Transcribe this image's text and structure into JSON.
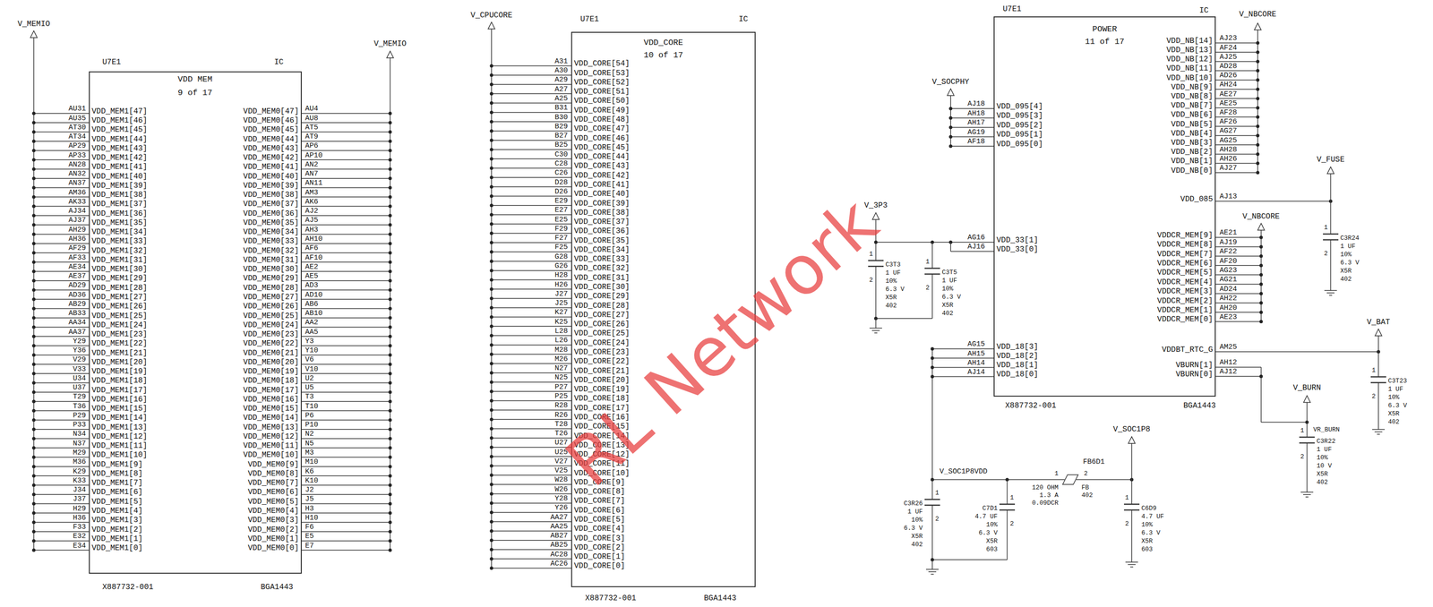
{
  "diagram": {
    "nodes": [
      {
        "text": [
          "VDD MEM",
          "9 of 17",
          "VDD_MEM1[47]",
          "VDD_MEM1[46]",
          "VDD_MEM1[45]",
          "VDD_MEM1[44]",
          "VDD_MEM1[43]",
          "VDD_MEM1[42]",
          "VDD_MEM1[41]",
          "VDD_MEM1[40]",
          "VDD_MEM1[39]",
          "VDD_MEM1[38]",
          "VDD_MEM1[37]",
          "VDD_MEM1[36]",
          "VDD_MEM1[35]",
          "VDD_MEM1[34]",
          "VDD_MEM1[33]",
          "VDD_MEM1[32]",
          "VDD_MEM1[31]",
          "VDD_MEM1[30]",
          "VDD_MEM1[29]",
          "VDD_MEM1[28]",
          "VDD_MEM1[27]",
          "VDD_MEM1[26]",
          "VDD_MEM1[25]",
          "VDD_MEM1[24]",
          "VDD_MEM1[23]",
          "VDD_MEM1[22]",
          "VDD_MEM1[21]",
          "VDD_MEM1[20]",
          "VDD_MEM1[19]",
          "VDD_MEM1[18]",
          "VDD_MEM1[17]",
          "VDD_MEM1[16]",
          "VDD_MEM1[15]",
          "VDD_MEM1[14]",
          "VDD_MEM1[13]",
          "VDD_MEM1[12]",
          "VDD_MEM1[11]",
          "VDD_MEM1[10]",
          "VDD_MEM1[9]",
          "VDD_MEM1[8]",
          "VDD_MEM1[7]",
          "VDD_MEM1[6]",
          "VDD_MEM1[5]",
          "VDD_MEM1[4]",
          "VDD_MEM1[3]",
          "VDD_MEM1[2]",
          "VDD_MEM1[1]",
          "VDD_MEM1[0]",
          "VDD_MEM0[47]",
          "VDD_MEM0[46]",
          "VDD_MEM0[45]",
          "VDD_MEM0[44]",
          "VDD_MEM0[43]",
          "VDD_MEM0[42]",
          "VDD_MEM0[41]",
          "VDD_MEM0[40]",
          "VDD_MEM0[39]",
          "VDD_MEM0[38]",
          "VDD_MEM0[37]",
          "VDD_MEM0[36]",
          "VDD_MEM0[35]",
          "VDD_MEM0[34]",
          "VDD_MEM0[33]",
          "VDD_MEM0[32]",
          "VDD_MEM0[31]",
          "VDD_MEM0[30]",
          "VDD_MEM0[29]",
          "VDD_MEM0[28]",
          "VDD_MEM0[27]",
          "VDD_MEM0[26]",
          "VDD_MEM0[25]",
          "VDD_MEM0[24]",
          "VDD_MEM0[23]",
          "VDD_MEM0[22]",
          "VDD_MEM0[21]",
          "VDD_MEM0[20]",
          "VDD_MEM0[19]",
          "VDD_MEM0[18]",
          "VDD_MEM0[17]",
          "VDD_MEM0[16]",
          "VDD_MEM0[15]",
          "VDD_MEM0[14]",
          "VDD_MEM0[13]",
          "VDD_MEM0[12]",
          "VDD_MEM0[11]",
          "VDD_MEM0[10]",
          "VDD_MEM0[9]",
          "VDD_MEM0[8]",
          "VDD_MEM0[7]",
          "VDD_MEM0[6]",
          "VDD_MEM0[5]",
          "VDD_MEM0[4]",
          "VDD_MEM0[3]",
          "VDD_MEM0[2]",
          "VDD_MEM0[1]",
          "VDD_MEM0[0]"
        ]
      },
      {
        "text": [
          "VDD_CORE",
          "10 of 17",
          "VDD_CORE[54]",
          "VDD_CORE[53]",
          "VDD_CORE[52]",
          "VDD_CORE[51]",
          "VDD_CORE[50]",
          "VDD_CORE[49]",
          "VDD_CORE[48]",
          "VDD_CORE[47]",
          "VDD_CORE[46]",
          "VDD_CORE[45]",
          "VDD_CORE[44]",
          "VDD_CORE[43]",
          "VDD_CORE[42]",
          "VDD_CORE[41]",
          "VDD_CORE[40]",
          "VDD_CORE[39]",
          "VDD_CORE[38]",
          "VDD_CORE[37]",
          "VDD_CORE[36]",
          "VDD_CORE[35]",
          "VDD_CORE[34]",
          "VDD_CORE[33]",
          "VDD_CORE[32]",
          "VDD_CORE[31]",
          "VDD_CORE[30]",
          "VDD_CORE[29]",
          "VDD_CORE[28]",
          "VDD_CORE[27]",
          "VDD_CORE[26]",
          "VDD_CORE[25]",
          "VDD_CORE[24]",
          "VDD_CORE[23]",
          "VDD_CORE[22]",
          "VDD_CORE[21]",
          "VDD_CORE[20]",
          "VDD_CORE[19]",
          "VDD_CORE[18]",
          "VDD_CORE[17]",
          "VDD_CORE[16]",
          "VDD_CORE[15]",
          "VDD_CORE[14]",
          "VDD_CORE[13]",
          "VDD_CORE[12]",
          "VDD_CORE[11]",
          "VDD_CORE[10]",
          "VDD_CORE[9]",
          "VDD_CORE[8]",
          "VDD_CORE[7]",
          "VDD_CORE[6]",
          "VDD_CORE[5]",
          "VDD_CORE[4]",
          "VDD_CORE[3]",
          "VDD_CORE[2]",
          "VDD_CORE[1]",
          "VDD_CORE[0]"
        ]
      },
      {
        "text": [
          "POWER",
          "11 of 17",
          "VDD_NB[14]",
          "VDD_NB[13]",
          "VDD_NB[12]",
          "VDD_NB[11]",
          "VDD_NB[10]",
          "VDD_NB[9]",
          "VDD_NB[8]",
          "VDD_NB[7]",
          "VDD_NB[6]",
          "VDD_NB[5]",
          "VDD_NB[4]",
          "VDD_NB[3]",
          "VDD_NB[2]",
          "VDD_NB[1]",
          "VDD_NB[0]",
          "VDD_085",
          "VDDCR_MEM[9]",
          "VDDCR_MEM[8]",
          "VDDCR_MEM[7]",
          "VDDCR_MEM[6]",
          "VDDCR_MEM[5]",
          "VDDCR_MEM[4]",
          "VDDCR_MEM[3]",
          "VDDCR_MEM[2]",
          "VDDCR_MEM[1]",
          "VDDCR_MEM[0]",
          "VDDBT_RTC_G",
          "VBURN[1]",
          "VBURN[0]",
          "VDD_095[4]",
          "VDD_095[3]",
          "VDD_095[2]",
          "VDD_095[1]",
          "VDD_095[0]",
          "VDD_33[1]",
          "VDD_33[0]",
          "VDD_18[3]",
          "VDD_18[2]",
          "VDD_18[1]",
          "VDD_18[0]"
        ]
      }
    ],
    "labels": [
      "V_MEMIO",
      "V_MEMIO",
      "U7E1",
      "IC",
      "X887732-001",
      "BGA1443",
      "AU31",
      "AU35",
      "AT30",
      "AT34",
      "AP29",
      "AP33",
      "AN28",
      "AN32",
      "AN37",
      "AM36",
      "AK33",
      "AJ34",
      "AJ37",
      "AH29",
      "AH36",
      "AF29",
      "AF33",
      "AE34",
      "AE37",
      "AD29",
      "AD36",
      "AB29",
      "AB33",
      "AA34",
      "AA37",
      "Y29",
      "Y36",
      "V29",
      "V33",
      "U34",
      "U37",
      "T29",
      "T36",
      "P29",
      "P33",
      "N34",
      "N37",
      "M29",
      "M36",
      "K29",
      "K33",
      "J34",
      "J37",
      "H29",
      "H36",
      "F33",
      "E32",
      "E34",
      "AU4",
      "AU8",
      "AT5",
      "AT9",
      "AP6",
      "AP10",
      "AN2",
      "AN7",
      "AN11",
      "AM3",
      "AK6",
      "AJ2",
      "AJ5",
      "AH3",
      "AH10",
      "AF6",
      "AF10",
      "AE2",
      "AE5",
      "AD3",
      "AD10",
      "AB6",
      "AB10",
      "AA2",
      "AA5",
      "Y3",
      "Y10",
      "V6",
      "V10",
      "U2",
      "U5",
      "T3",
      "T10",
      "P6",
      "P10",
      "N2",
      "N5",
      "M3",
      "M10",
      "K6",
      "K10",
      "J2",
      "J5",
      "H3",
      "H10",
      "F6",
      "E5",
      "E7",
      "V_CPUCORE",
      "U7E1",
      "IC",
      "X887732-001",
      "BGA1443",
      "A31",
      "A30",
      "A29",
      "A27",
      "A25",
      "B31",
      "B30",
      "B29",
      "B27",
      "B25",
      "C30",
      "C28",
      "C26",
      "D28",
      "D26",
      "E29",
      "E27",
      "E25",
      "F29",
      "F27",
      "F25",
      "G28",
      "G26",
      "H28",
      "H26",
      "J27",
      "J25",
      "K27",
      "K25",
      "L28",
      "L26",
      "M28",
      "M26",
      "N27",
      "N25",
      "P27",
      "P25",
      "R28",
      "R26",
      "T28",
      "T26",
      "U27",
      "U25",
      "V27",
      "V25",
      "W28",
      "W26",
      "Y28",
      "Y26",
      "AA27",
      "AA25",
      "AB27",
      "AB25",
      "AC28",
      "AC26",
      "U7E1",
      "IC",
      "X887732-001",
      "BGA1443",
      "V_NBCORE",
      "AJ23",
      "AF24",
      "AJ25",
      "AD28",
      "AD26",
      "AH24",
      "AE27",
      "AE25",
      "AF28",
      "AF26",
      "AG27",
      "AG25",
      "AH28",
      "AH26",
      "AJ27",
      "AJ13",
      "V_FUSE",
      "V_NBCORE",
      "AE21",
      "AJ19",
      "AF22",
      "AF20",
      "AG23",
      "AG21",
      "AD24",
      "AH22",
      "AH20",
      "AE23",
      "AM25",
      "V_BAT",
      "AH12",
      "AJ12",
      "V_BURN",
      "VR_BURN",
      "V_SOCPHY",
      "AJ18",
      "AH18",
      "AH17",
      "AG19",
      "AF18",
      "V_3P3",
      "AG16",
      "AJ16",
      "AG15",
      "AH15",
      "AH14",
      "AJ14",
      "V_SOC1P8VDD",
      "FB6D1",
      "1",
      "2",
      "120 OHM",
      "1.3 A",
      "0.09DCR",
      "FB",
      "402",
      "V_SOC1P8",
      "1",
      "2",
      "C3T3",
      "1 UF",
      "10%",
      "6.3 V",
      "X5R",
      "402",
      "1",
      "2",
      "C3T5",
      "1 UF",
      "10%",
      "6.3 V",
      "X5R",
      "402",
      "1",
      "2",
      "C3R24",
      "1 UF",
      "10%",
      "6.3 V",
      "X5R",
      "402",
      "1",
      "2",
      "C3T23",
      "1 UF",
      "10%",
      "6.3 V",
      "X5R",
      "402",
      "1",
      "2",
      "C3R22",
      "1 UF",
      "10%",
      "10 V",
      "X5R",
      "402",
      "1",
      "2",
      "C3R26",
      "1 UF",
      "10%",
      "6.3 V",
      "X5R",
      "402",
      "1",
      "2",
      "C7D1",
      "4.7 UF",
      "10%",
      "6.3 V",
      "X5R",
      "603",
      "1",
      "2",
      "C6D9",
      "4.7 UF",
      "10%",
      "6.3 V",
      "X5R",
      "603",
      "RL Network"
    ]
  }
}
